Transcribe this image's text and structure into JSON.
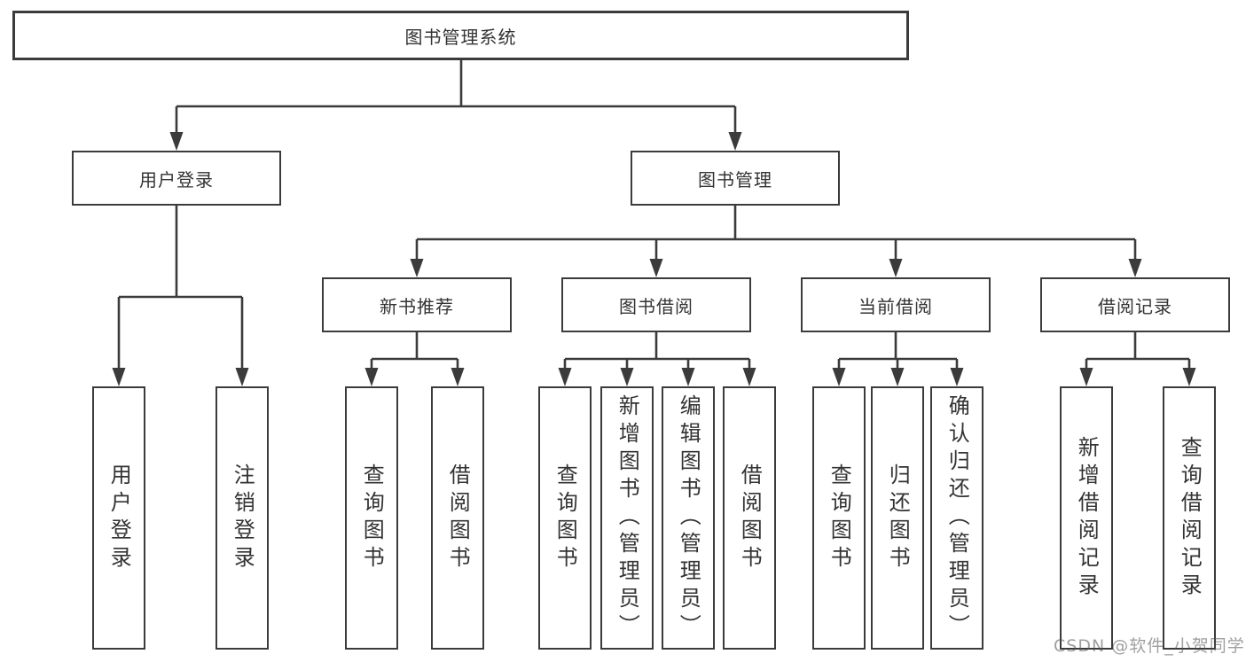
{
  "diagram": {
    "root": {
      "label": "图书管理系统"
    },
    "level2": [
      {
        "label": "用户登录",
        "parent": "图书管理系统"
      },
      {
        "label": "图书管理",
        "parent": "图书管理系统"
      }
    ],
    "level3": [
      {
        "label": "新书推荐",
        "parent": "图书管理"
      },
      {
        "label": "图书借阅",
        "parent": "图书管理"
      },
      {
        "label": "当前借阅",
        "parent": "图书管理"
      },
      {
        "label": "借阅记录",
        "parent": "图书管理"
      }
    ],
    "leaves": [
      {
        "label": "用户登录",
        "parent": "用户登录"
      },
      {
        "label": "注销登录",
        "parent": "用户登录"
      },
      {
        "label": "查询图书",
        "parent": "新书推荐"
      },
      {
        "label": "借阅图书",
        "parent": "新书推荐"
      },
      {
        "label": "查询图书",
        "parent": "图书借阅"
      },
      {
        "label": "新增图书（管理员）",
        "parent": "图书借阅"
      },
      {
        "label": "编辑图书（管理员）",
        "parent": "图书借阅"
      },
      {
        "label": "借阅图书",
        "parent": "图书借阅"
      },
      {
        "label": "查询图书",
        "parent": "当前借阅"
      },
      {
        "label": "归还图书",
        "parent": "当前借阅"
      },
      {
        "label": "确认归还（管理员）",
        "parent": "当前借阅"
      },
      {
        "label": "新增借阅记录",
        "parent": "借阅记录"
      },
      {
        "label": "查询借阅记录",
        "parent": "借阅记录"
      }
    ]
  },
  "watermark": {
    "text": "CSDN @软件_小贺同学"
  },
  "colors": {
    "line": "#3b3b3b",
    "text": "#333333",
    "background": "#ffffff",
    "watermark": "#9d9d9d"
  }
}
